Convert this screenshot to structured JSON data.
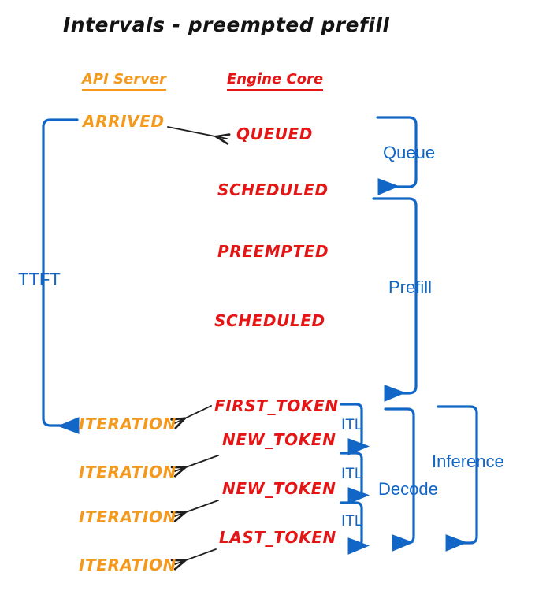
{
  "title": "Intervals - preempted prefill",
  "colors": {
    "api_server": "#F39A1E",
    "engine_core": "#E51515",
    "interval": "#1267C6",
    "arrow": "#1F1F1F",
    "background": "#FFFFFF"
  },
  "columns": [
    {
      "label": "API Server",
      "color": "#F39A1E"
    },
    {
      "label": "Engine Core",
      "color": "#E51515"
    }
  ],
  "api_events": [
    {
      "label": "ARRIVED"
    },
    {
      "label": "ITERATION"
    },
    {
      "label": "ITERATION"
    },
    {
      "label": "ITERATION"
    },
    {
      "label": "ITERATION"
    }
  ],
  "core_events": [
    {
      "label": "QUEUED"
    },
    {
      "label": "SCHEDULED"
    },
    {
      "label": "PREEMPTED"
    },
    {
      "label": "SCHEDULED"
    },
    {
      "label": "FIRST_TOKEN"
    },
    {
      "label": "NEW_TOKEN"
    },
    {
      "label": "NEW_TOKEN"
    },
    {
      "label": "LAST_TOKEN"
    }
  ],
  "intervals": [
    {
      "label": "TTFT"
    },
    {
      "label": "Queue"
    },
    {
      "label": "Prefill"
    },
    {
      "label": "ITL"
    },
    {
      "label": "ITL"
    },
    {
      "label": "ITL"
    },
    {
      "label": "Decode"
    },
    {
      "label": "Inference"
    }
  ]
}
